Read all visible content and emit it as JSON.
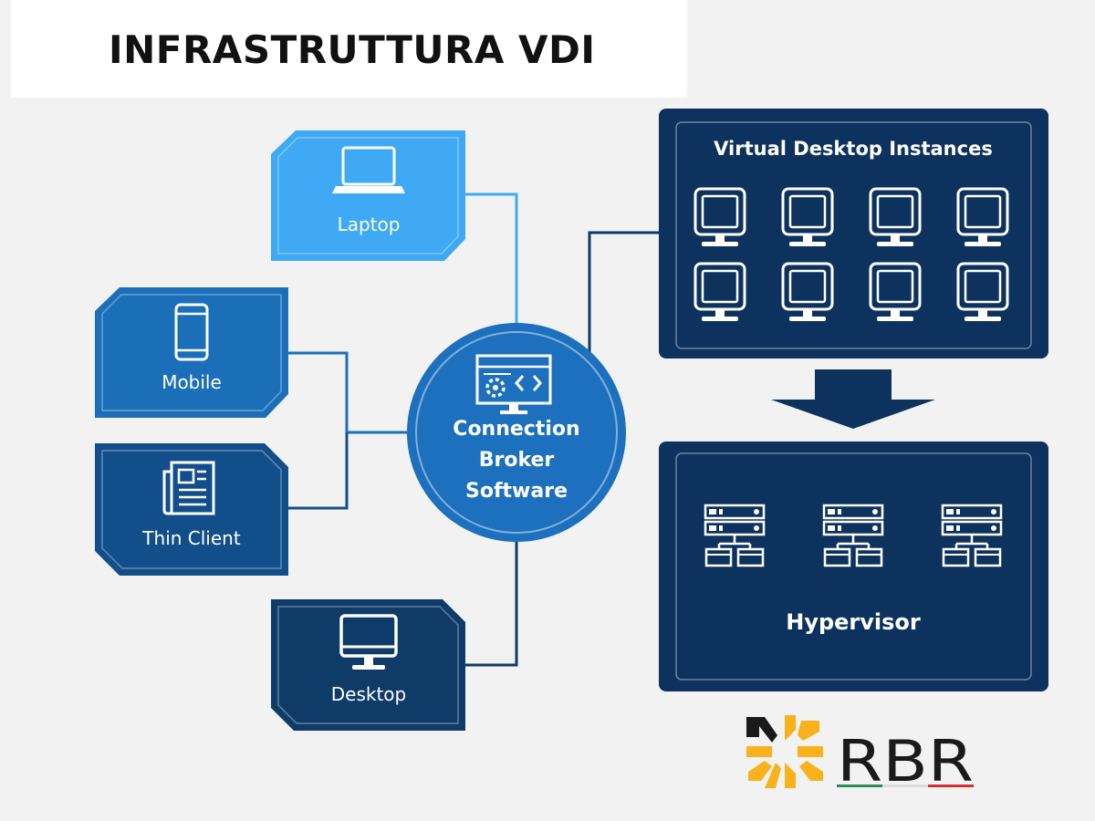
{
  "title": "INFRASTRUTTURA VDI",
  "devices": [
    {
      "id": "laptop",
      "label": "Laptop",
      "icon": "laptop-icon",
      "color": "#3fa9f5"
    },
    {
      "id": "mobile",
      "label": "Mobile",
      "icon": "mobile-icon",
      "color": "#1b6fb8"
    },
    {
      "id": "thin-client",
      "label": "Thin Client",
      "icon": "thin-client-icon",
      "color": "#124e8a"
    },
    {
      "id": "desktop",
      "label": "Desktop",
      "icon": "desktop-icon",
      "color": "#0f3b69"
    }
  ],
  "broker": {
    "line1": "Connection",
    "line2": "Broker",
    "line3": "Software",
    "icon": "code-monitor-icon",
    "color": "#1c70bd"
  },
  "vdi": {
    "title": "Virtual Desktop Instances",
    "instance_icon": "monitor-icon",
    "instance_count": 8,
    "color": "#0d325e"
  },
  "hypervisor": {
    "label": "Hypervisor",
    "server_icon": "server-icon",
    "server_count": 3,
    "color": "#0d325e"
  },
  "logo": {
    "text": "RBR",
    "icon": "rbr-logo-mark",
    "accent": "#f9b21b",
    "dark": "#1a1a1a"
  },
  "colors": {
    "background": "#f2f2f2",
    "connector_light": "#3fa9f5",
    "connector_dark": "#0f3b69"
  }
}
